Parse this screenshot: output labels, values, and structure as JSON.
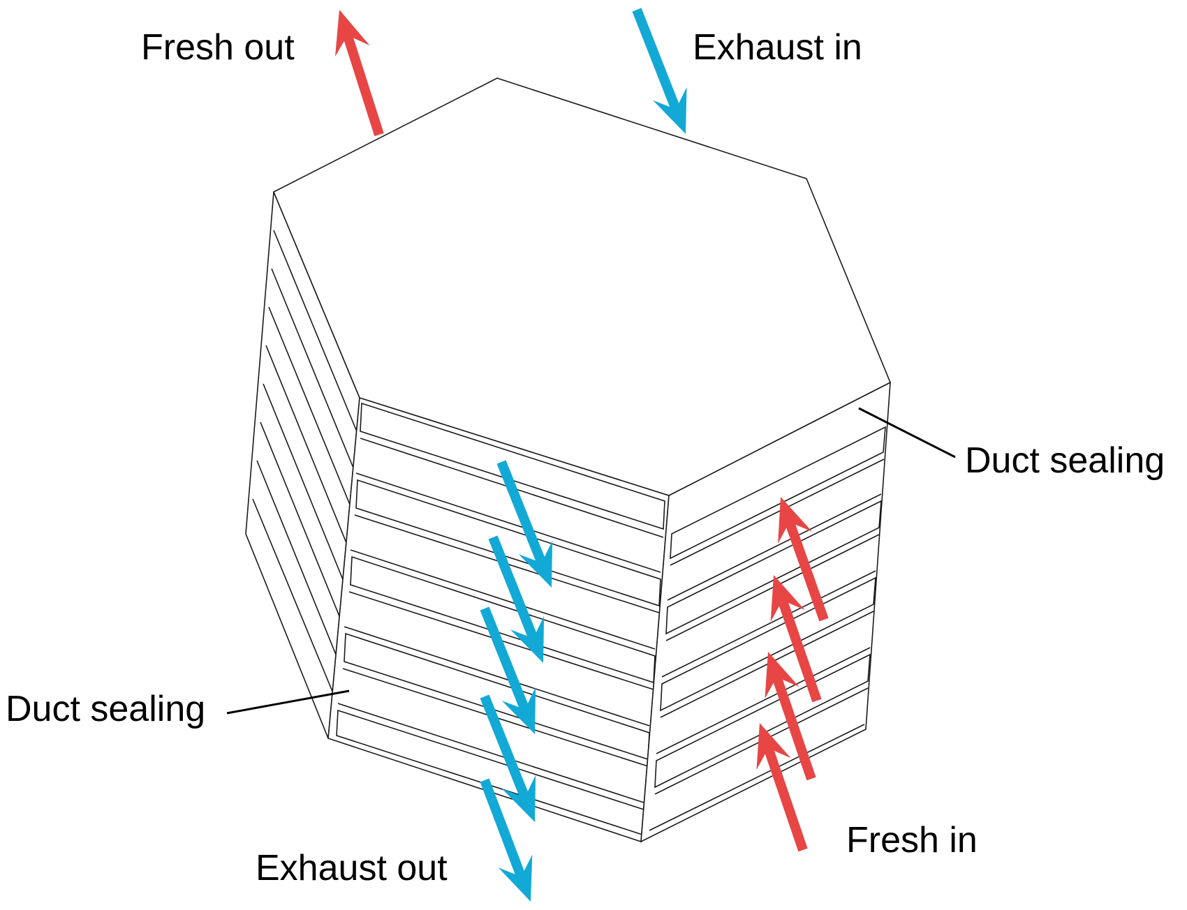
{
  "labels": {
    "fresh_out": "Fresh out",
    "exhaust_in": "Exhaust in",
    "duct_sealing_right": "Duct sealing",
    "duct_sealing_left": "Duct sealing",
    "exhaust_out": "Exhaust out",
    "fresh_in": "Fresh in"
  },
  "colors": {
    "fresh_arrow": "#e84545",
    "exhaust_arrow": "#12a9d6",
    "outline": "#1a1a1a",
    "background": "#ffffff"
  }
}
